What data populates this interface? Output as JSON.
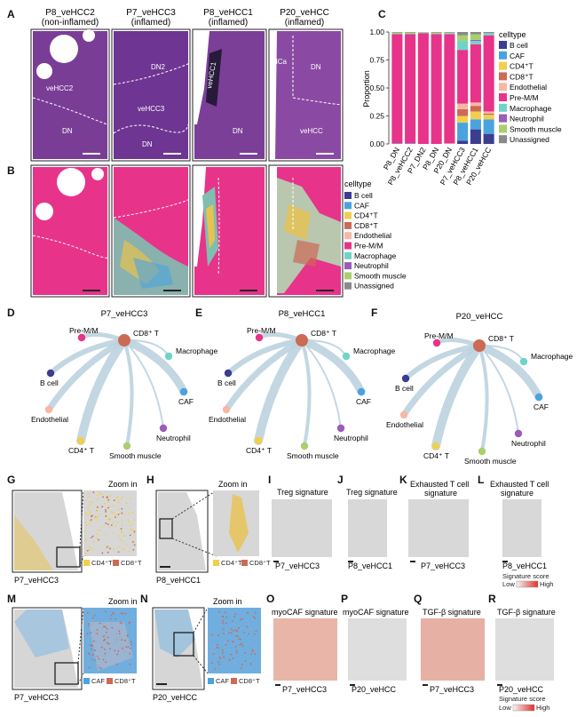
{
  "colors": {
    "b_cell": "#3b3d8f",
    "caf": "#4aa3df",
    "cd4": "#f1cf4e",
    "cd8": "#cc6a55",
    "endothelial": "#f6b7a5",
    "prem": "#e8338a",
    "macrophage": "#6fd3c8",
    "neutrophil": "#9b5bb8",
    "smooth": "#a9cf6e",
    "unassigned": "#8a8a8a",
    "he_purple": "#7a3d96",
    "tissue_grey": "#d7d7d7",
    "edge": "#bcd3df"
  },
  "panel_letters": [
    "A",
    "B",
    "C",
    "D",
    "E",
    "F",
    "G",
    "H",
    "I",
    "J",
    "K",
    "L",
    "M",
    "N",
    "O",
    "P",
    "Q",
    "R"
  ],
  "panelA": {
    "samples": [
      {
        "line1": "P8_veHCC2",
        "line2": "(non-inflamed)",
        "labels": [
          "veHCC2",
          "DN"
        ]
      },
      {
        "line1": "P7_veHCC3",
        "line2": "(inflamed)",
        "labels": [
          "DN2",
          "veHCC3",
          "DN"
        ]
      },
      {
        "line1": "P8_veHCC1",
        "line2": "(inflamed)",
        "labels": [
          "veHCC1",
          "DN"
        ]
      },
      {
        "line1": "P20_veHCC",
        "line2": "(inflamed)",
        "labels": [
          "NCa",
          "DN",
          "veHCC"
        ]
      }
    ]
  },
  "legendB": {
    "title": "celltype",
    "items": [
      "B cell",
      "CAF",
      "CD4⁺T",
      "CD8⁺T",
      "Endothelial",
      "Pre-M/M",
      "Macrophage",
      "Neutrophil",
      "Smooth muscle",
      "Unassigned"
    ]
  },
  "chart_data": {
    "type": "bar",
    "stacked": true,
    "ylabel": "Proportion",
    "yticks": [
      "0.00",
      "0.25",
      "0.50",
      "0.75",
      "1.00"
    ],
    "ylim": [
      0,
      1
    ],
    "categories": [
      "P8_DN",
      "P8_veHCC2",
      "P7_DN2",
      "P8_DN",
      "P20_DN",
      "P7_veHCC3",
      "P8_veHCC1",
      "P20_veHCC"
    ],
    "legend_title": "celltype",
    "legend_position": "top-right",
    "series": [
      {
        "name": "B cell",
        "values": [
          0.0,
          0.0,
          0.0,
          0.0,
          0.0,
          0.03,
          0.13,
          0.09
        ]
      },
      {
        "name": "CAF",
        "values": [
          0.005,
          0.005,
          0.0,
          0.0,
          0.0,
          0.16,
          0.09,
          0.13
        ]
      },
      {
        "name": "CD4⁺T",
        "values": [
          0.0,
          0.0,
          0.0,
          0.0,
          0.0,
          0.06,
          0.07,
          0.04
        ]
      },
      {
        "name": "CD8⁺T",
        "values": [
          0.0,
          0.0,
          0.0,
          0.0,
          0.0,
          0.06,
          0.05,
          0.01
        ]
      },
      {
        "name": "Endothelial",
        "values": [
          0.0,
          0.0,
          0.0,
          0.0,
          0.005,
          0.05,
          0.03,
          0.02
        ]
      },
      {
        "name": "Pre-M/M",
        "values": [
          0.975,
          0.975,
          0.99,
          0.98,
          0.975,
          0.48,
          0.52,
          0.68
        ]
      },
      {
        "name": "Macrophage",
        "values": [
          0.005,
          0.005,
          0.005,
          0.005,
          0.01,
          0.08,
          0.03,
          0.02
        ]
      },
      {
        "name": "Neutrophil",
        "values": [
          0.0,
          0.0,
          0.0,
          0.0,
          0.0,
          0.0,
          0.01,
          0.0
        ]
      },
      {
        "name": "Smooth muscle",
        "values": [
          0.01,
          0.01,
          0.005,
          0.01,
          0.005,
          0.05,
          0.05,
          0.0
        ]
      },
      {
        "name": "Unassigned",
        "values": [
          0.005,
          0.005,
          0.0,
          0.005,
          0.005,
          0.03,
          0.02,
          0.01
        ]
      }
    ]
  },
  "networks": [
    {
      "letter": "D",
      "title": "P7_veHCC3",
      "nodes": [
        "CD8⁺ T",
        "Pre-M/M",
        "Macrophage",
        "B cell",
        "CAF",
        "Endothelial",
        "Neutrophil",
        "CD4⁺ T",
        "Smooth muscle"
      ]
    },
    {
      "letter": "E",
      "title": "P8_veHCC1",
      "nodes": [
        "CD8⁺ T",
        "Pre-M/M",
        "Macrophage",
        "B cell",
        "CAF",
        "Endothelial",
        "Neutrophil",
        "CD4⁺ T",
        "Smooth muscle"
      ]
    },
    {
      "letter": "F",
      "title": "P20_veHCC",
      "nodes": [
        "CD8⁺ T",
        "Pre-M/M",
        "Macrophage",
        "B cell",
        "CAF",
        "Endothelial",
        "Neutrophil",
        "CD4⁺ T",
        "Smooth muscle"
      ]
    }
  ],
  "zoom": {
    "zoom_label": "Zoom in",
    "G": {
      "sample": "P7_veHCC3",
      "legend": [
        "CD4⁺T",
        "CD8⁺T"
      ]
    },
    "H": {
      "sample": "P8_veHCC1",
      "legend": [
        "CD4⁺T",
        "CD8⁺T"
      ]
    },
    "M": {
      "sample": "P7_veHCC3",
      "legend": [
        "CAF",
        "CD8⁺T"
      ]
    },
    "N": {
      "sample": "P20_veHCC",
      "legend": [
        "CAF",
        "CD8⁺T"
      ]
    }
  },
  "signatures": {
    "I": {
      "title": "Treg signature",
      "sample": "P7_veHCC3"
    },
    "J": {
      "title": "Treg signature",
      "sample": "P8_veHCC1"
    },
    "K": {
      "title1": "Exhausted T cell",
      "title2": "signature",
      "sample": "P7_veHCC3"
    },
    "L": {
      "title1": "Exhausted T cell",
      "title2": "signature",
      "sample": "P8_veHCC1"
    },
    "O": {
      "title": "myoCAF signature",
      "sample": "P7_veHCC3"
    },
    "P": {
      "title": "myoCAF signature",
      "sample": "P20_veHCC"
    },
    "Q": {
      "title": "TGF-β signature",
      "sample": "P7_veHCC3"
    },
    "R": {
      "title": "TGF-β signature",
      "sample": "P20_veHCC"
    },
    "scale_title": "Signature score",
    "scale_low": "Low",
    "scale_high": "High"
  }
}
